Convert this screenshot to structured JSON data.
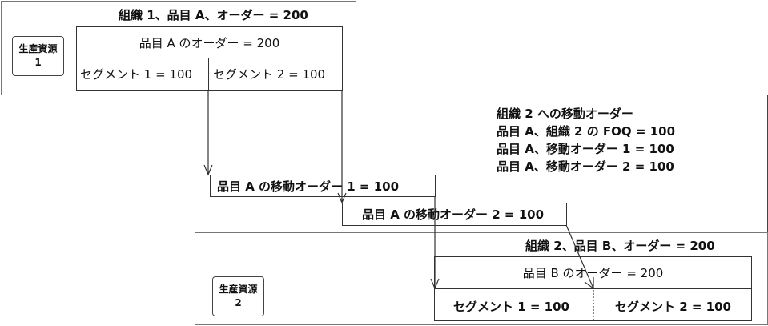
{
  "org1": {
    "title": "組織 1、品目 A、オーダー = 200",
    "resource_line1": "生産資源",
    "resource_line2": "1",
    "order_header": "品目 A のオーダー = 200",
    "segments": [
      "セグメント 1 = 100",
      "セグメント 2 = 100"
    ]
  },
  "transfer": {
    "lines": [
      "組織 2 への移動オーダー",
      "品目 A、組織 2 の FOQ = 100",
      "品目 A、移動オーダー 1 = 100",
      "品目 A、移動オーダー 2 = 100"
    ],
    "order1": "品目 A の移動オーダー 1 = 100",
    "order2": "品目 A の移動オーダー 2 = 100"
  },
  "org2": {
    "title": "組織 2、品目 B、オーダー = 200",
    "resource_line1": "生産資源",
    "resource_line2": "2",
    "order_header": "品目 B のオーダー = 200",
    "segments": [
      "セグメント 1 = 100",
      "セグメント 2 = 100"
    ]
  }
}
